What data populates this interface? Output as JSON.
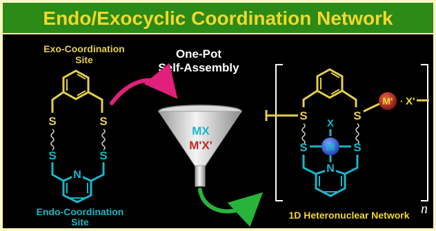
{
  "header": {
    "title": "Endo/Exocyclic Coordination Network"
  },
  "labels": {
    "exo_line1": "Exo-Coordination",
    "exo_line2": "Site",
    "onepot_line1": "One-Pot",
    "onepot_line2": "Self-Assembly",
    "endo_line1": "Endo-Coordination",
    "endo_line2": "Site",
    "network": "1D Heteronuclear Network",
    "n_subscript": "n"
  },
  "funnel": {
    "line1": "MX",
    "line2": "M'X'"
  },
  "atoms": {
    "S": "S",
    "N": "N",
    "M": "M",
    "X": "X",
    "Mprime": "M'",
    "Xprime": "X'"
  },
  "colors": {
    "header_band": "#2c8a17",
    "title_text": "#f3d82a",
    "panel_bg": "#000000",
    "frame_bg": "#fff8c8",
    "yellow_structure": "#e3d04a",
    "cyan_structure": "#19b7c9",
    "metal_blue": "#2a5fd6",
    "metal_red": "#b52222",
    "magenta_arrow": "#e0207a",
    "green_arrow": "#28b43a"
  }
}
